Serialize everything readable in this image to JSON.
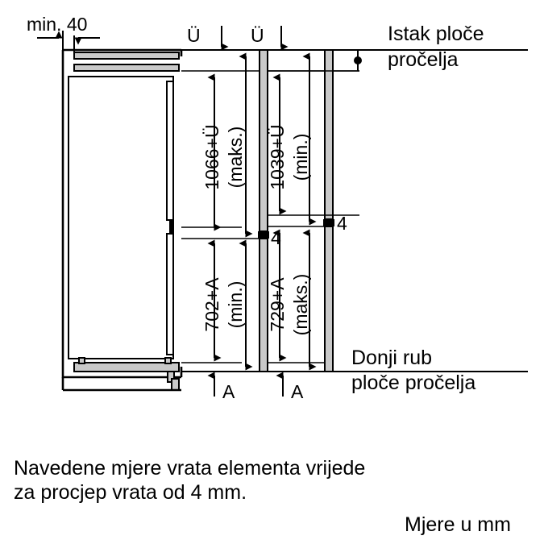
{
  "diagram": {
    "title": "Niche and door panel dimension drawing",
    "units_note": "Mjere u mm",
    "top_dimension": {
      "label": "min. 40"
    },
    "overhang_labels": [
      {
        "id": "u-left",
        "text": "Ü"
      },
      {
        "id": "u-right",
        "text": "Ü"
      }
    ],
    "base_labels": [
      {
        "id": "a-left",
        "text": "A"
      },
      {
        "id": "a-right",
        "text": "A"
      }
    ],
    "dimension_chains": [
      {
        "id": "upper-left",
        "line1": "1066+Ü",
        "line2": "(maks.)"
      },
      {
        "id": "upper-right",
        "line1": "1039+Ü",
        "line2": "(min.)"
      },
      {
        "id": "lower-left",
        "line1": "702+A",
        "line2": "(min.)"
      },
      {
        "id": "lower-right",
        "line1": "729+A",
        "line2": "(maks.)"
      }
    ],
    "gap_labels": [
      {
        "id": "gap-left",
        "text": "4"
      },
      {
        "id": "gap-right",
        "text": "4"
      }
    ],
    "callouts": [
      {
        "id": "top-callout",
        "line1": "Istak ploče",
        "line2": "pročelja"
      },
      {
        "id": "bottom-callout",
        "line1": "Donji rub",
        "line2": "ploče pročelja"
      }
    ],
    "footnote": {
      "line1": "Navedene mjere vrata elementa vrijede",
      "line2": "za procjep vrata od 4 mm."
    },
    "colors": {
      "stroke": "#000000",
      "panel_fill": "#c9c9c9",
      "background": "#ffffff"
    }
  }
}
